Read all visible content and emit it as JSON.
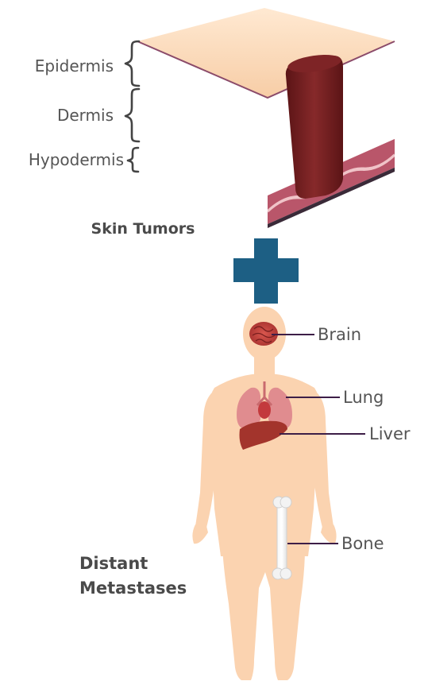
{
  "skin": {
    "layers": [
      "Epidermis",
      "Dermis",
      "Hypodermis"
    ],
    "caption": "Skin Tumors"
  },
  "organs": [
    "Brain",
    "Lung",
    "Liver",
    "Bone"
  ],
  "caption_lines": [
    "Distant",
    "Metastases"
  ],
  "colors": {
    "plus": "#1d5f84",
    "skin_body": "#fbd3b0",
    "tumor": "#6e1d1f",
    "leader": "#3d1e47",
    "label_text": "#555555"
  }
}
